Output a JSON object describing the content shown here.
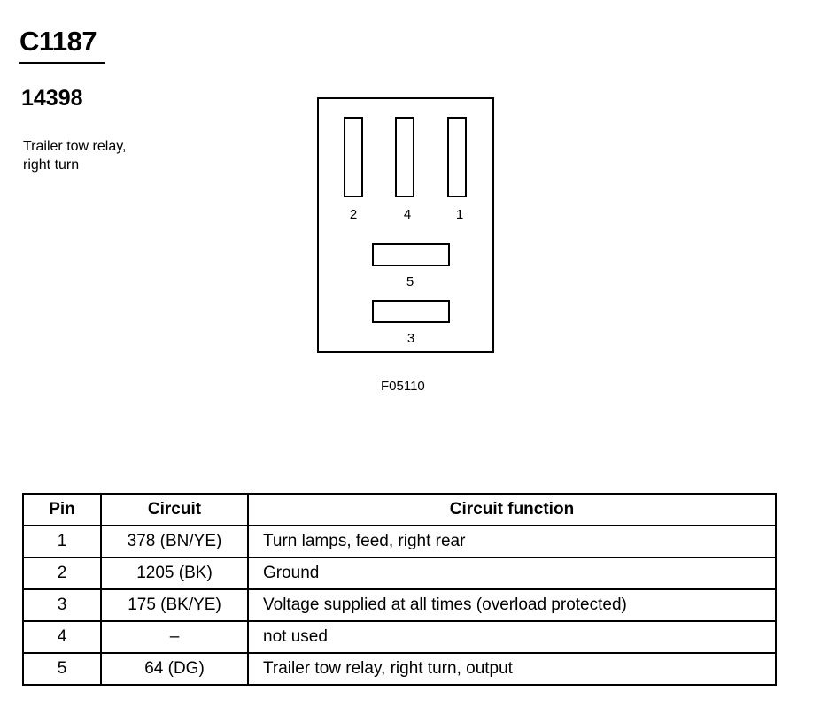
{
  "connector_id": "C1187",
  "part_number": "14398",
  "description": [
    "Trailer tow relay,",
    "right turn"
  ],
  "figure_code": "F05110",
  "pin_labels": {
    "top_left": "2",
    "top_middle": "4",
    "top_right": "1",
    "middle": "5",
    "bottom": "3"
  },
  "table": {
    "headers": [
      "Pin",
      "Circuit",
      "Circuit function"
    ],
    "rows": [
      {
        "pin": "1",
        "circuit": "378 (BN/YE)",
        "function": "Turn lamps, feed, right rear"
      },
      {
        "pin": "2",
        "circuit": "1205 (BK)",
        "function": "Ground"
      },
      {
        "pin": "3",
        "circuit": "175 (BK/YE)",
        "function": "Voltage supplied at all times (overload protected)"
      },
      {
        "pin": "4",
        "circuit": "–",
        "function": "not used"
      },
      {
        "pin": "5",
        "circuit": "64 (DG)",
        "function": "Trailer tow relay, right turn, output"
      }
    ]
  }
}
